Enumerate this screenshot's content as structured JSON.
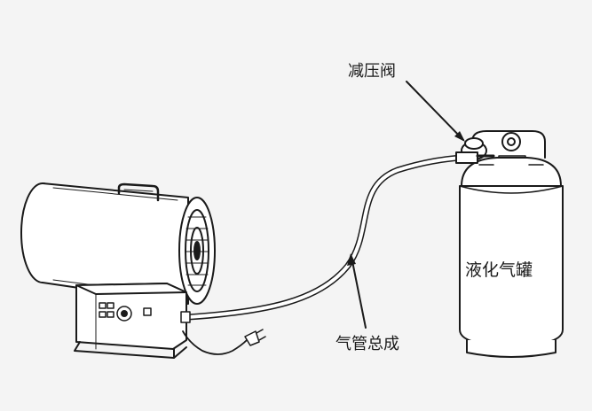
{
  "labels": {
    "valve": "减压阀",
    "tank": "液化气罐",
    "hose": "气管总成"
  },
  "colors": {
    "background": "#f4f4f4",
    "line": "#1a1a1a",
    "fill": "#ffffff"
  }
}
